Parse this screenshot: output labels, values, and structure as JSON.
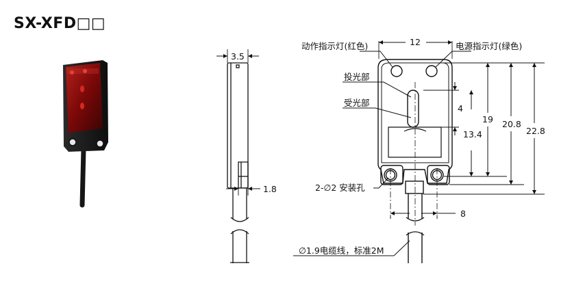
{
  "title": "SX-XFD□□",
  "labels": {
    "width": "12",
    "thickness": "3.5",
    "slot_offset": "1.8",
    "slot_len": "4",
    "center_to_slot": "13.4",
    "height_19": "19",
    "height_20_8": "20.8",
    "height_22_8": "22.8",
    "hole_pitch": "8",
    "indicator_left": "动作指示灯(红色)",
    "indicator_right": "电源指示灯(绿色)",
    "emitter": "投光部",
    "receiver": "受光部",
    "mount_holes": "2-∅2 安装孔",
    "cable": "∅1.9电缆线，标准2M"
  },
  "colors": {
    "line": "#111111",
    "sensor_body": "#1c1c1c",
    "sensor_lens": "#8a0a0a",
    "sensor_lens_highlight": "#d0302a"
  }
}
